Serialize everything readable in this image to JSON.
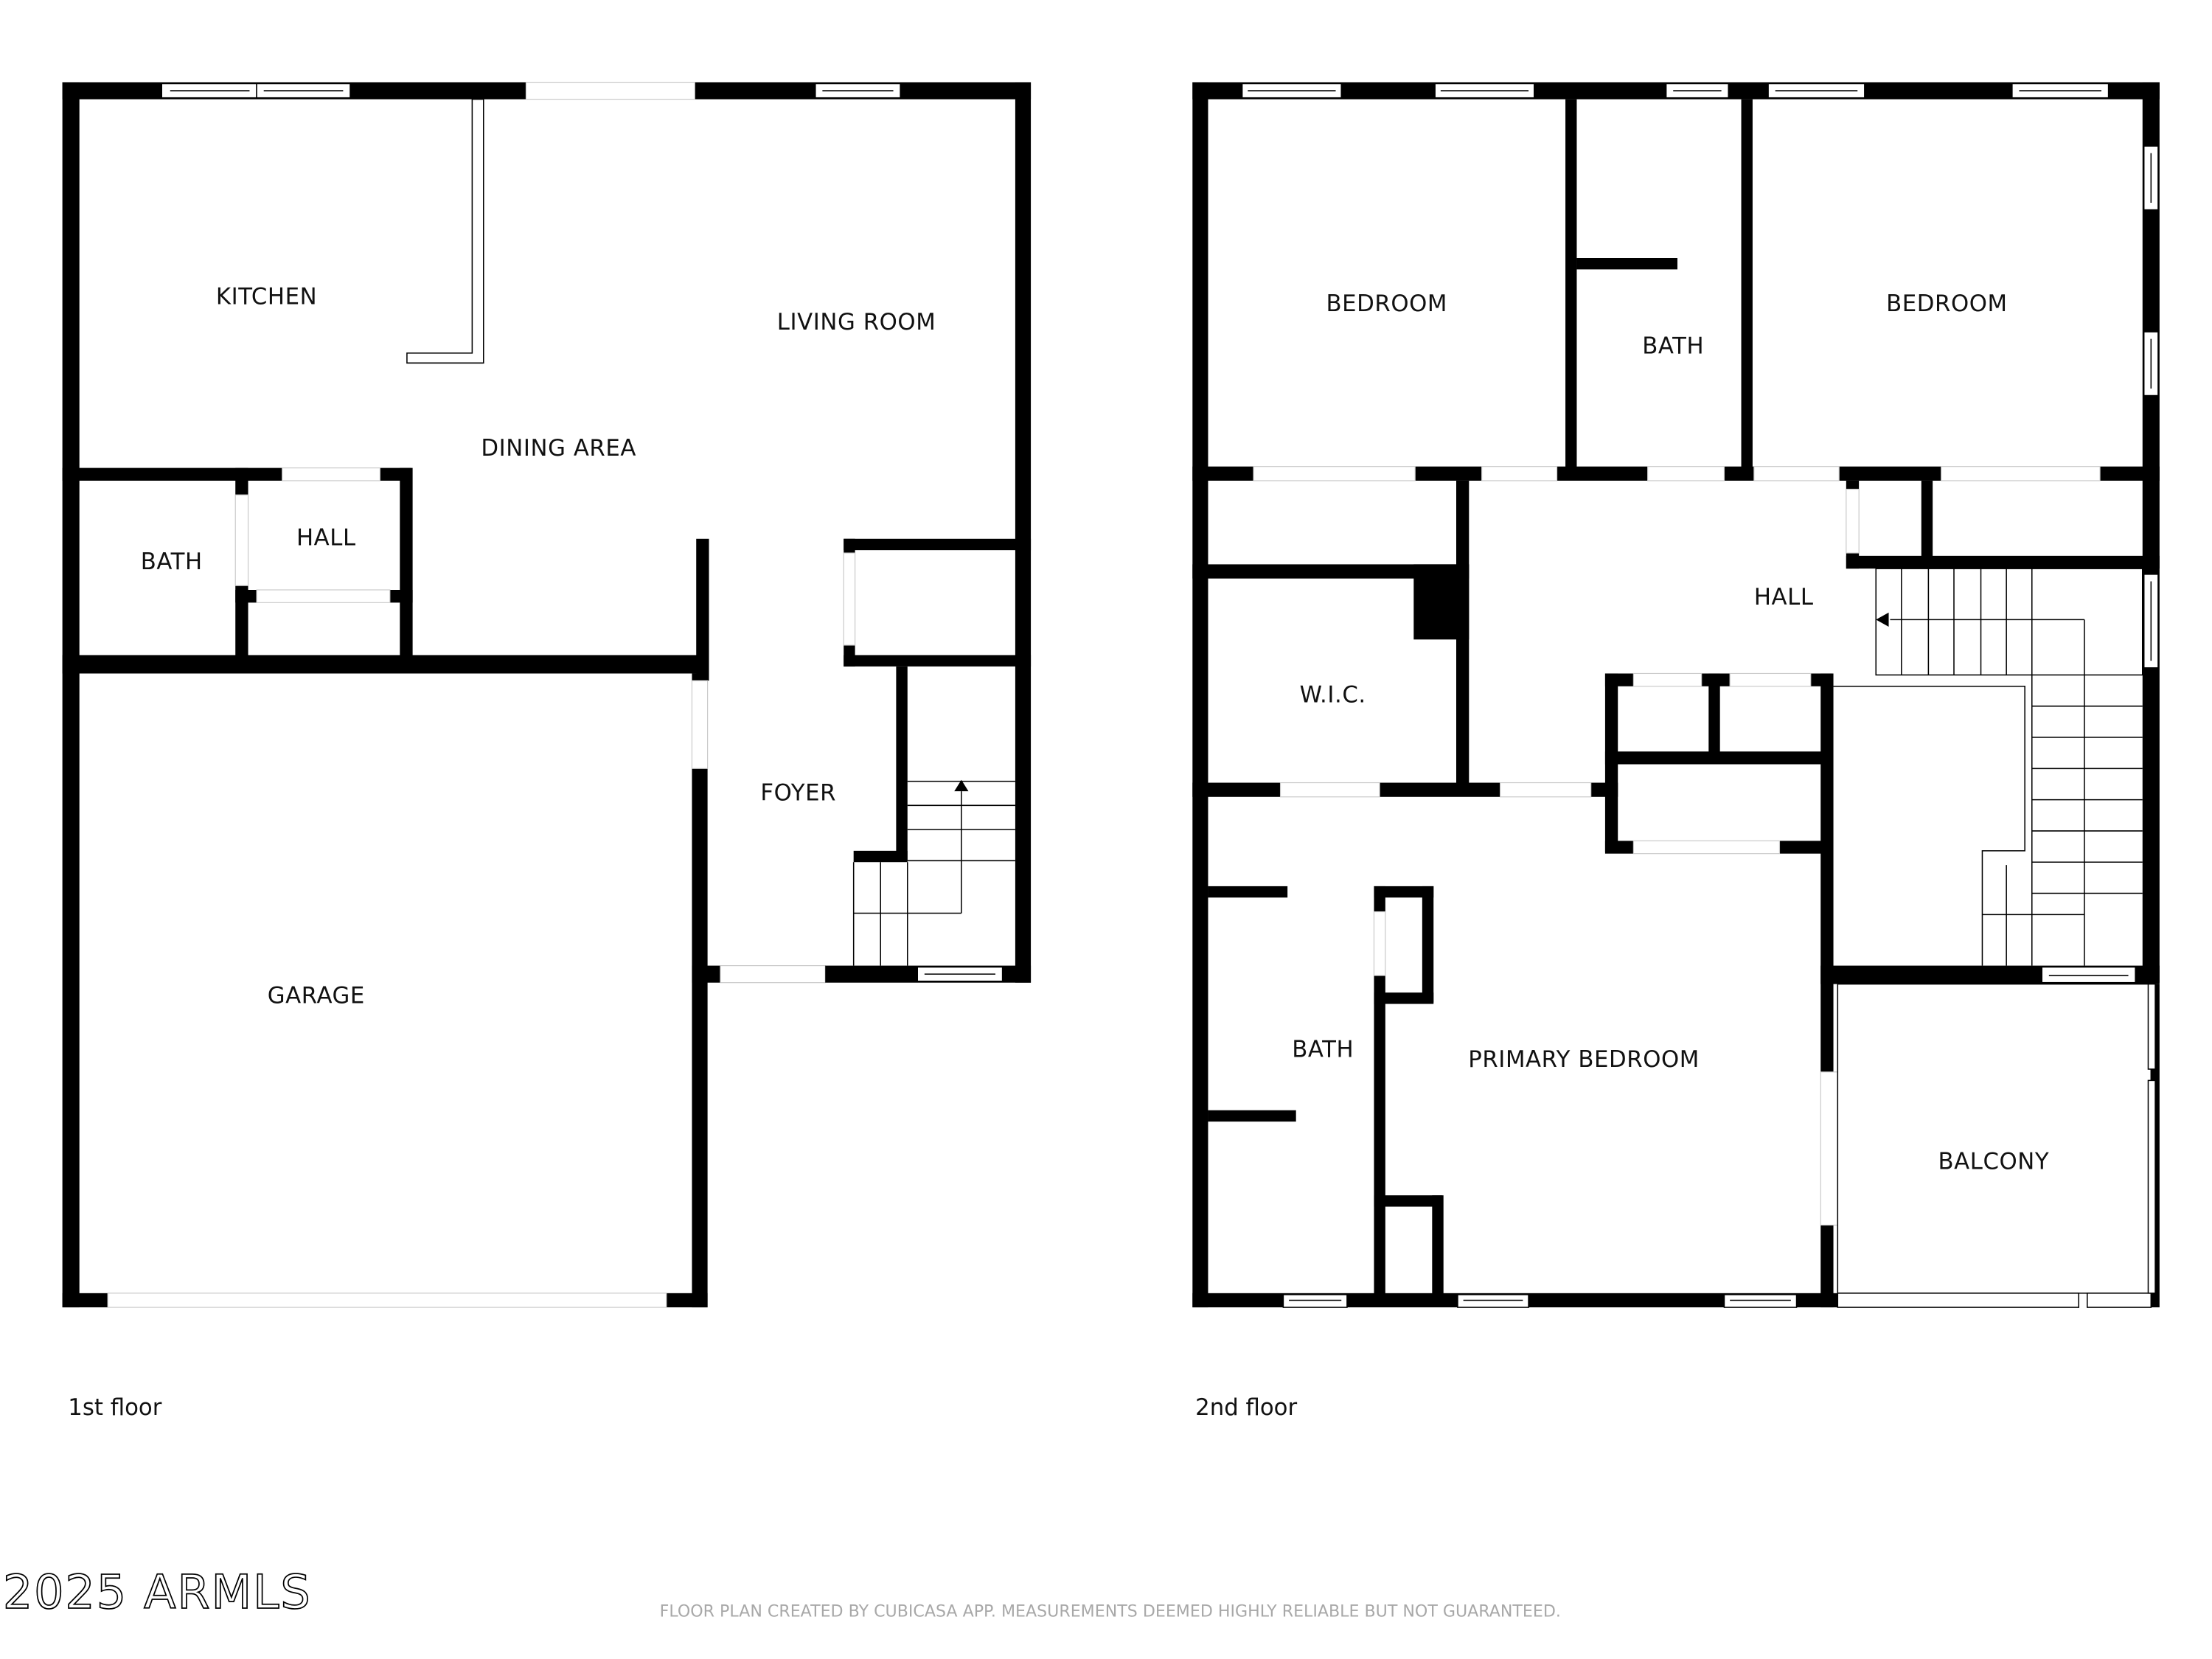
{
  "watermark": {
    "copyright": "2025 ARMLS"
  },
  "disclaimer": "FLOOR PLAN CREATED BY CUBICASA APP. MEASUREMENTS DEEMED HIGHLY RELIABLE BUT NOT GUARANTEED.",
  "floors": [
    {
      "label": "1st floor",
      "rooms": [
        {
          "name": "KITCHEN"
        },
        {
          "name": "LIVING ROOM"
        },
        {
          "name": "DINING AREA"
        },
        {
          "name": "BATH"
        },
        {
          "name": "HALL"
        },
        {
          "name": "FOYER"
        },
        {
          "name": "GARAGE"
        }
      ],
      "stairs": {
        "direction": "up",
        "arrow_icon": "arrow-up-icon"
      }
    },
    {
      "label": "2nd floor",
      "rooms": [
        {
          "name": "BEDROOM"
        },
        {
          "name": "BATH"
        },
        {
          "name": "BEDROOM"
        },
        {
          "name": "HALL"
        },
        {
          "name": "W.I.C."
        },
        {
          "name": "BATH"
        },
        {
          "name": "PRIMARY BEDROOM"
        },
        {
          "name": "BALCONY"
        }
      ],
      "stairs": {
        "direction": "down",
        "arrow_icon": "arrow-left-icon"
      }
    }
  ],
  "colors": {
    "wall": "#000000",
    "background": "#ffffff",
    "disclaimer_text": "#a8a8a8"
  }
}
